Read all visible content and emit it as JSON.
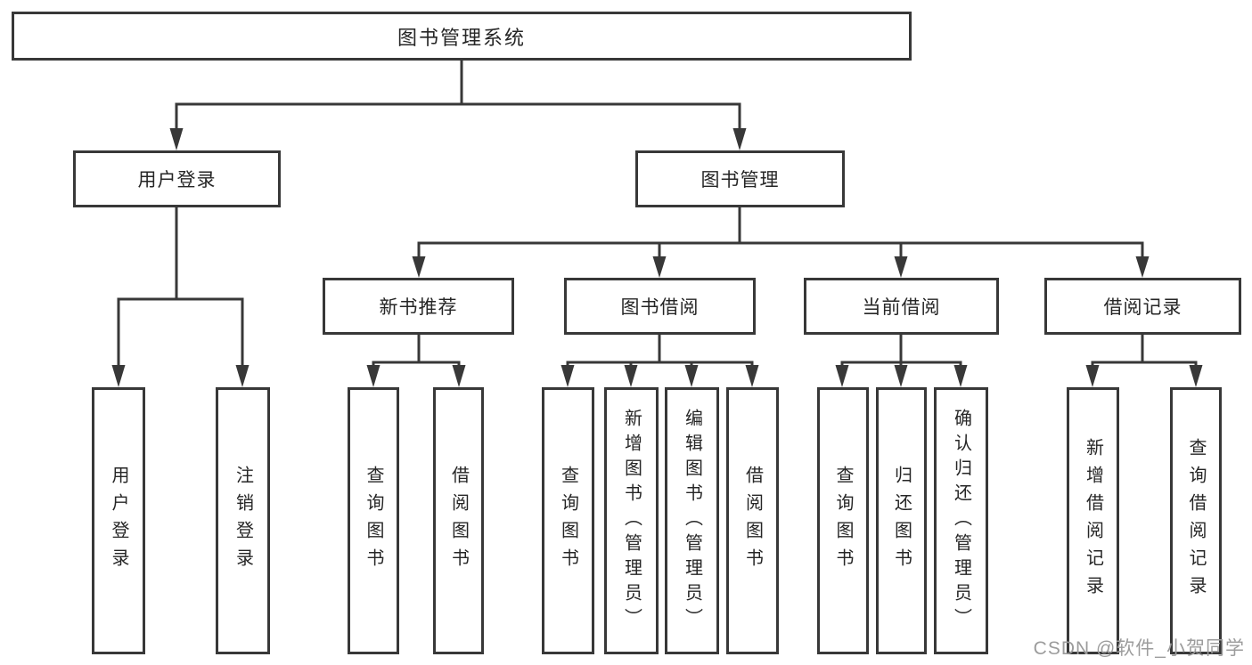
{
  "root_label": "图书管理系统",
  "level2": {
    "user_login": "用户登录",
    "book_management": "图书管理"
  },
  "level3": {
    "new_book_recommend": "新书推荐",
    "book_borrow": "图书借阅",
    "current_borrow": "当前借阅",
    "borrow_records": "借阅记录"
  },
  "leaves": {
    "user_login": [
      "用户登录",
      "注销登录"
    ],
    "new_book_recommend": [
      "查询图书",
      "借阅图书"
    ],
    "book_borrow": [
      "查询图书",
      "新增图书（管理员）",
      "编辑图书（管理员）",
      "借阅图书"
    ],
    "current_borrow": [
      "查询图书",
      "归还图书",
      "确认归还（管理员）"
    ],
    "borrow_records": [
      "新增借阅记录",
      "查询借阅记录"
    ]
  },
  "watermark": "CSDN @软件_小贺同学",
  "colors": {
    "line": "#383838",
    "text": "#262626",
    "background": "#ffffff",
    "watermark": "#9c9c9c"
  }
}
